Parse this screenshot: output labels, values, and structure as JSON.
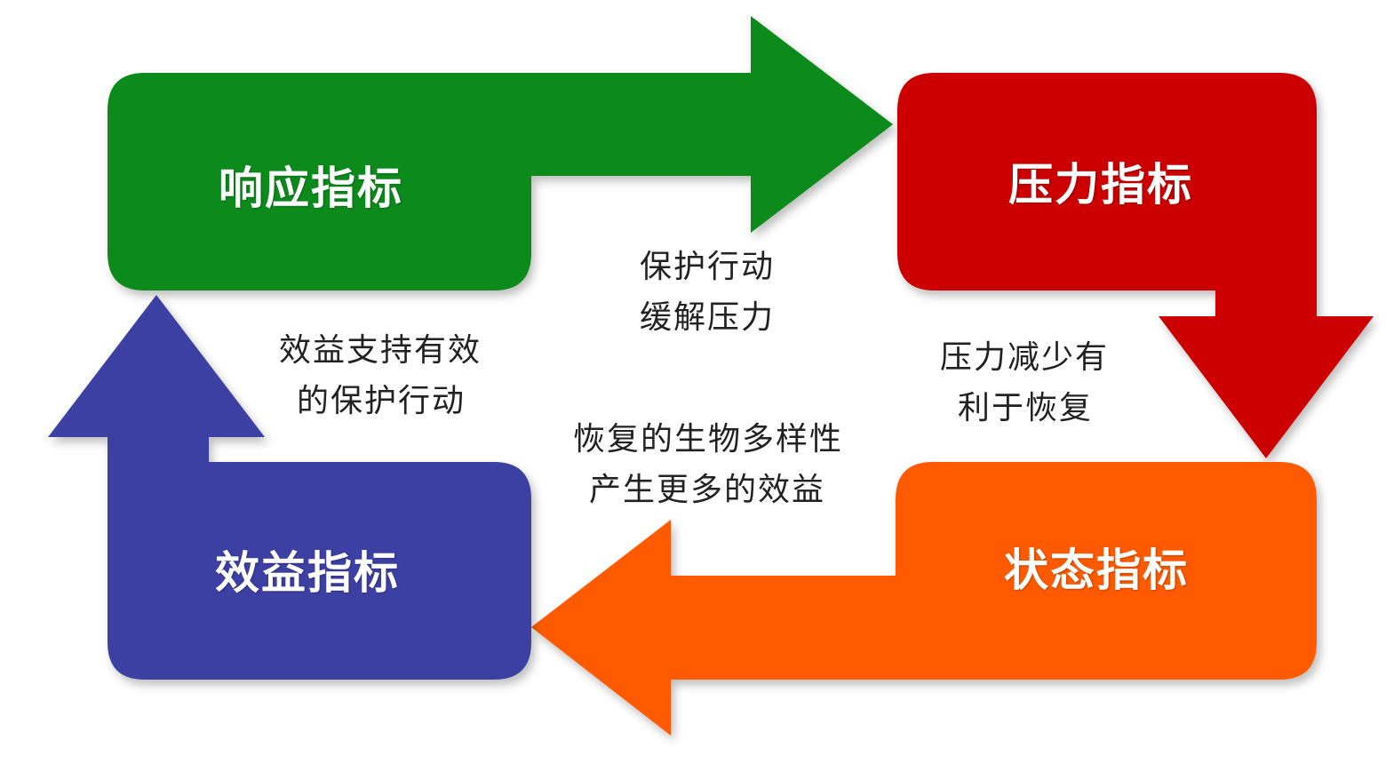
{
  "colors": {
    "response": "#0f8a1c",
    "pressure": "#cc0000",
    "state": "#ff5a00",
    "benefit": "#3e3fa3",
    "caption_text": "#222222"
  },
  "boxes": {
    "response": {
      "label": "响应指标"
    },
    "pressure": {
      "label": "压力指标"
    },
    "state": {
      "label": "状态指标"
    },
    "benefit": {
      "label": "效益指标"
    }
  },
  "captions": {
    "response_to_pressure": {
      "line1": "保护行动",
      "line2": "缓解压力"
    },
    "pressure_to_state": {
      "line1": "压力减少有",
      "line2": "利于恢复"
    },
    "state_to_benefit": {
      "line1": "恢复的生物多样性",
      "line2": "产生更多的效益"
    },
    "benefit_to_response": {
      "line1": "效益支持有效",
      "line2": "的保护行动"
    }
  }
}
